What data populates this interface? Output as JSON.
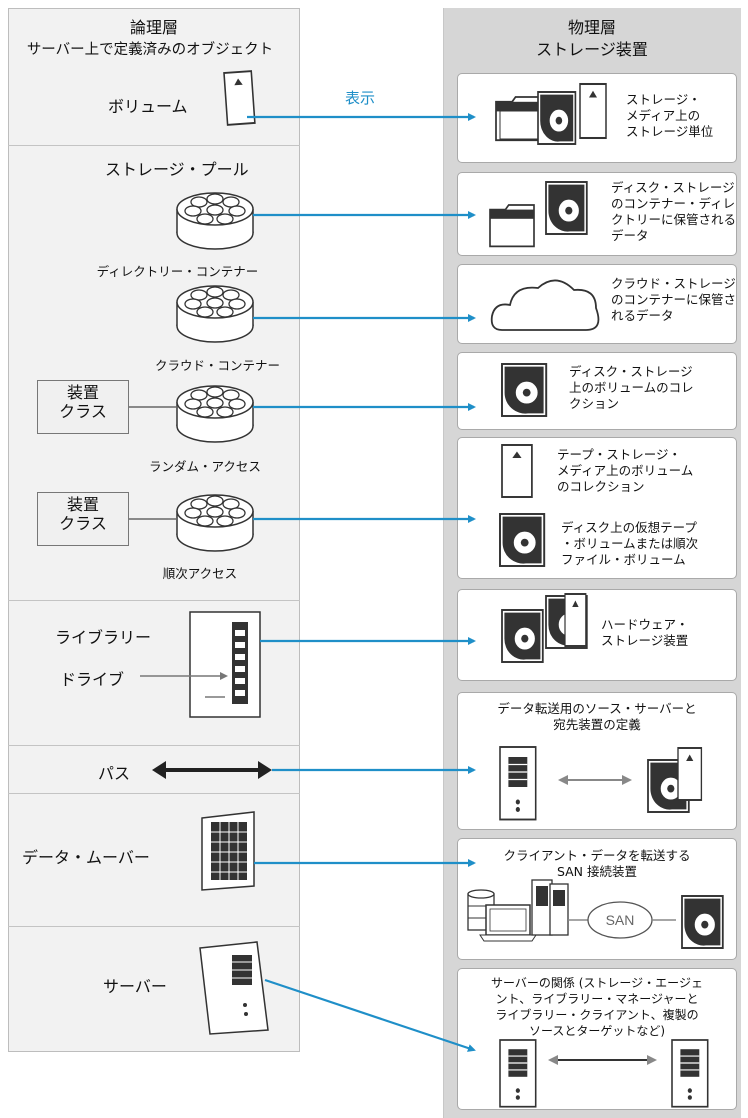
{
  "header": {
    "logical_title": "論理層",
    "logical_subtitle": "サーバー上で定義済みのオブジェクト",
    "physical_title": "物理層",
    "physical_subtitle": "ストレージ装置"
  },
  "arrow_label": "表示",
  "logical": {
    "volume": "ボリューム",
    "storage_pool": "ストレージ・プール",
    "directory_container": "ディレクトリー・コンテナー",
    "cloud_container": "クラウド・コンテナー",
    "device_class_1": "装置\nクラス",
    "random_access": "ランダム・アクセス",
    "device_class_2": "装置\nクラス",
    "sequential_access": "順次アクセス",
    "library": "ライブラリー",
    "drive": "ドライブ",
    "path": "パス",
    "data_mover": "データ・ムーバー",
    "server": "サーバー"
  },
  "physical": {
    "box1": "ストレージ・\nメディア上の\nストレージ単位",
    "box2": "ディスク・ストレージ\nのコンテナー・ディレ\nクトリーに保管される\nデータ",
    "box3": "クラウド・ストレージ\nのコンテナーに保管さ\nれるデータ",
    "box4": "ディスク・ストレージ\n上のボリュームのコレ\nクション",
    "box5a": "テープ・ストレージ・\nメディア上のボリューム\nのコレクション",
    "box5b": "ディスク上の仮想テープ\n・ボリュームまたは順次\nファイル・ボリューム",
    "box6": "ハードウェア・\nストレージ装置",
    "box7": "データ転送用のソース・サーバーと\n宛先装置の定義",
    "box8": "クライアント・データを転送する\nSAN 接続装置",
    "san": "SAN",
    "box9": "サーバーの関係 (ストレージ・エージェ\nント、ライブラリー・マネージャーと\nライブラリー・クライアント、複製の\nソースとターゲットなど)"
  },
  "colors": {
    "arrow": "#1f8fc8",
    "dark_icon": "#333333"
  }
}
